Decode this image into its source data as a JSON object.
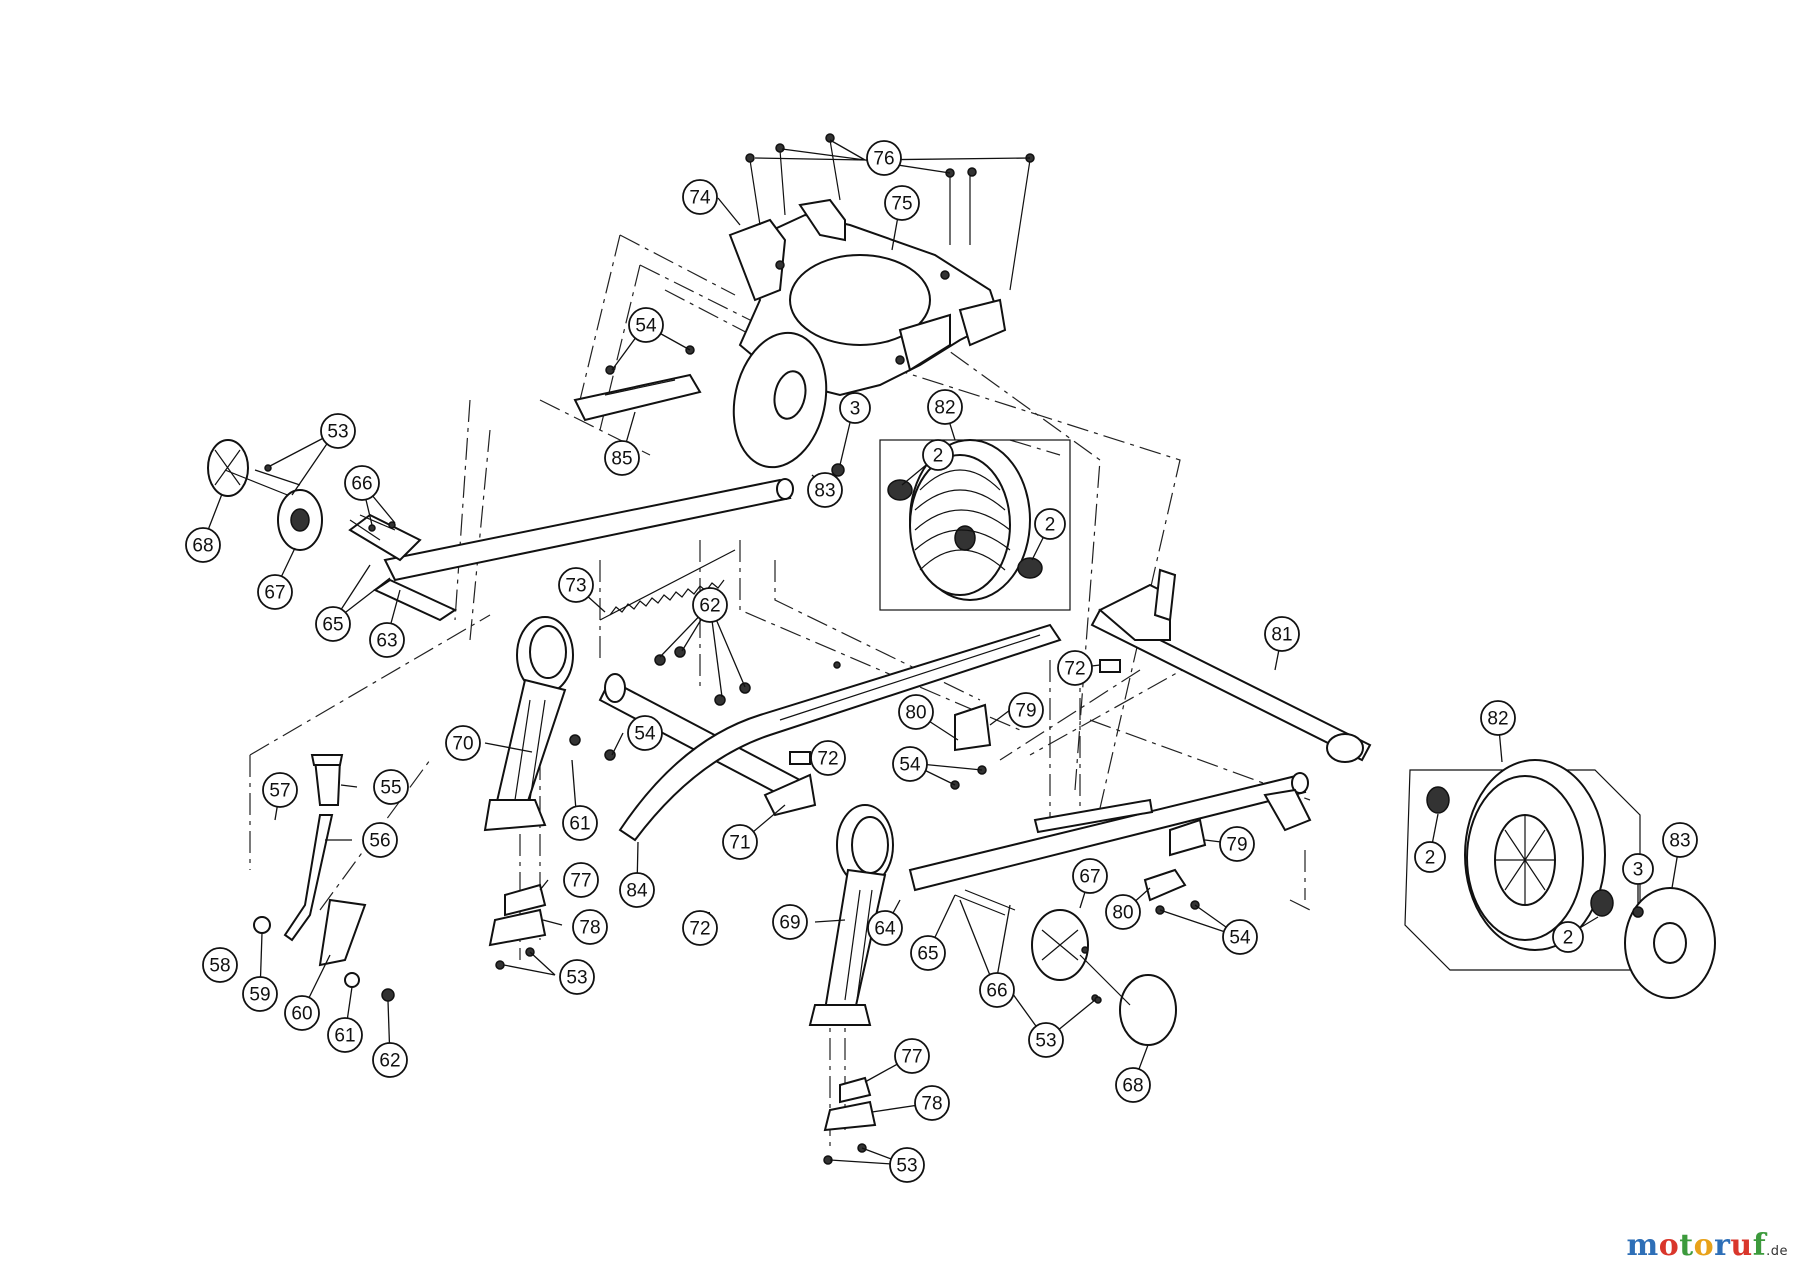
{
  "callouts": [
    {
      "id": "c76",
      "label": "76"
    },
    {
      "id": "c74",
      "label": "74"
    },
    {
      "id": "c75",
      "label": "75"
    },
    {
      "id": "c54a",
      "label": "54"
    },
    {
      "id": "c85",
      "label": "85"
    },
    {
      "id": "c3a",
      "label": "3"
    },
    {
      "id": "c82a",
      "label": "82"
    },
    {
      "id": "c2a",
      "label": "2"
    },
    {
      "id": "c83a",
      "label": "83"
    },
    {
      "id": "c2b",
      "label": "2"
    },
    {
      "id": "c53a",
      "label": "53"
    },
    {
      "id": "c66a",
      "label": "66"
    },
    {
      "id": "c68a",
      "label": "68"
    },
    {
      "id": "c67a",
      "label": "67"
    },
    {
      "id": "c65a",
      "label": "65"
    },
    {
      "id": "c63",
      "label": "63"
    },
    {
      "id": "c73",
      "label": "73"
    },
    {
      "id": "c62a",
      "label": "62"
    },
    {
      "id": "c81",
      "label": "81"
    },
    {
      "id": "c72a",
      "label": "72"
    },
    {
      "id": "c79a",
      "label": "79"
    },
    {
      "id": "c80a",
      "label": "80"
    },
    {
      "id": "c54b",
      "label": "54"
    },
    {
      "id": "c72b",
      "label": "72"
    },
    {
      "id": "c70",
      "label": "70"
    },
    {
      "id": "c54c",
      "label": "54"
    },
    {
      "id": "c55",
      "label": "55"
    },
    {
      "id": "c57",
      "label": "57"
    },
    {
      "id": "c61a",
      "label": "61"
    },
    {
      "id": "c56",
      "label": "56"
    },
    {
      "id": "c71",
      "label": "71"
    },
    {
      "id": "c84",
      "label": "84"
    },
    {
      "id": "c77a",
      "label": "77"
    },
    {
      "id": "c78a",
      "label": "78"
    },
    {
      "id": "c53b",
      "label": "53"
    },
    {
      "id": "c72c",
      "label": "72"
    },
    {
      "id": "c58",
      "label": "58"
    },
    {
      "id": "c59",
      "label": "59"
    },
    {
      "id": "c60",
      "label": "60"
    },
    {
      "id": "c61b",
      "label": "61"
    },
    {
      "id": "c62b",
      "label": "62"
    },
    {
      "id": "c69",
      "label": "69"
    },
    {
      "id": "c64",
      "label": "64"
    },
    {
      "id": "c65b",
      "label": "65"
    },
    {
      "id": "c66b",
      "label": "66"
    },
    {
      "id": "c67b",
      "label": "67"
    },
    {
      "id": "c80b",
      "label": "80"
    },
    {
      "id": "c54d",
      "label": "54"
    },
    {
      "id": "c79b",
      "label": "79"
    },
    {
      "id": "c82b",
      "label": "82"
    },
    {
      "id": "c83b",
      "label": "83"
    },
    {
      "id": "c3b",
      "label": "3"
    },
    {
      "id": "c2c",
      "label": "2"
    },
    {
      "id": "c2d",
      "label": "2"
    },
    {
      "id": "c53c",
      "label": "53"
    },
    {
      "id": "c68b",
      "label": "68"
    },
    {
      "id": "c77b",
      "label": "77"
    },
    {
      "id": "c78b",
      "label": "78"
    },
    {
      "id": "c53d",
      "label": "53"
    }
  ],
  "watermark": {
    "letters": [
      "m",
      "o",
      "t",
      "o",
      "r",
      "u",
      "f"
    ],
    "colors": [
      "#2e6fb7",
      "#d9362b",
      "#3c9a3c",
      "#e8a21a",
      "#2e6fb7",
      "#d9362b",
      "#3c9a3c"
    ],
    "tld": ".de"
  }
}
